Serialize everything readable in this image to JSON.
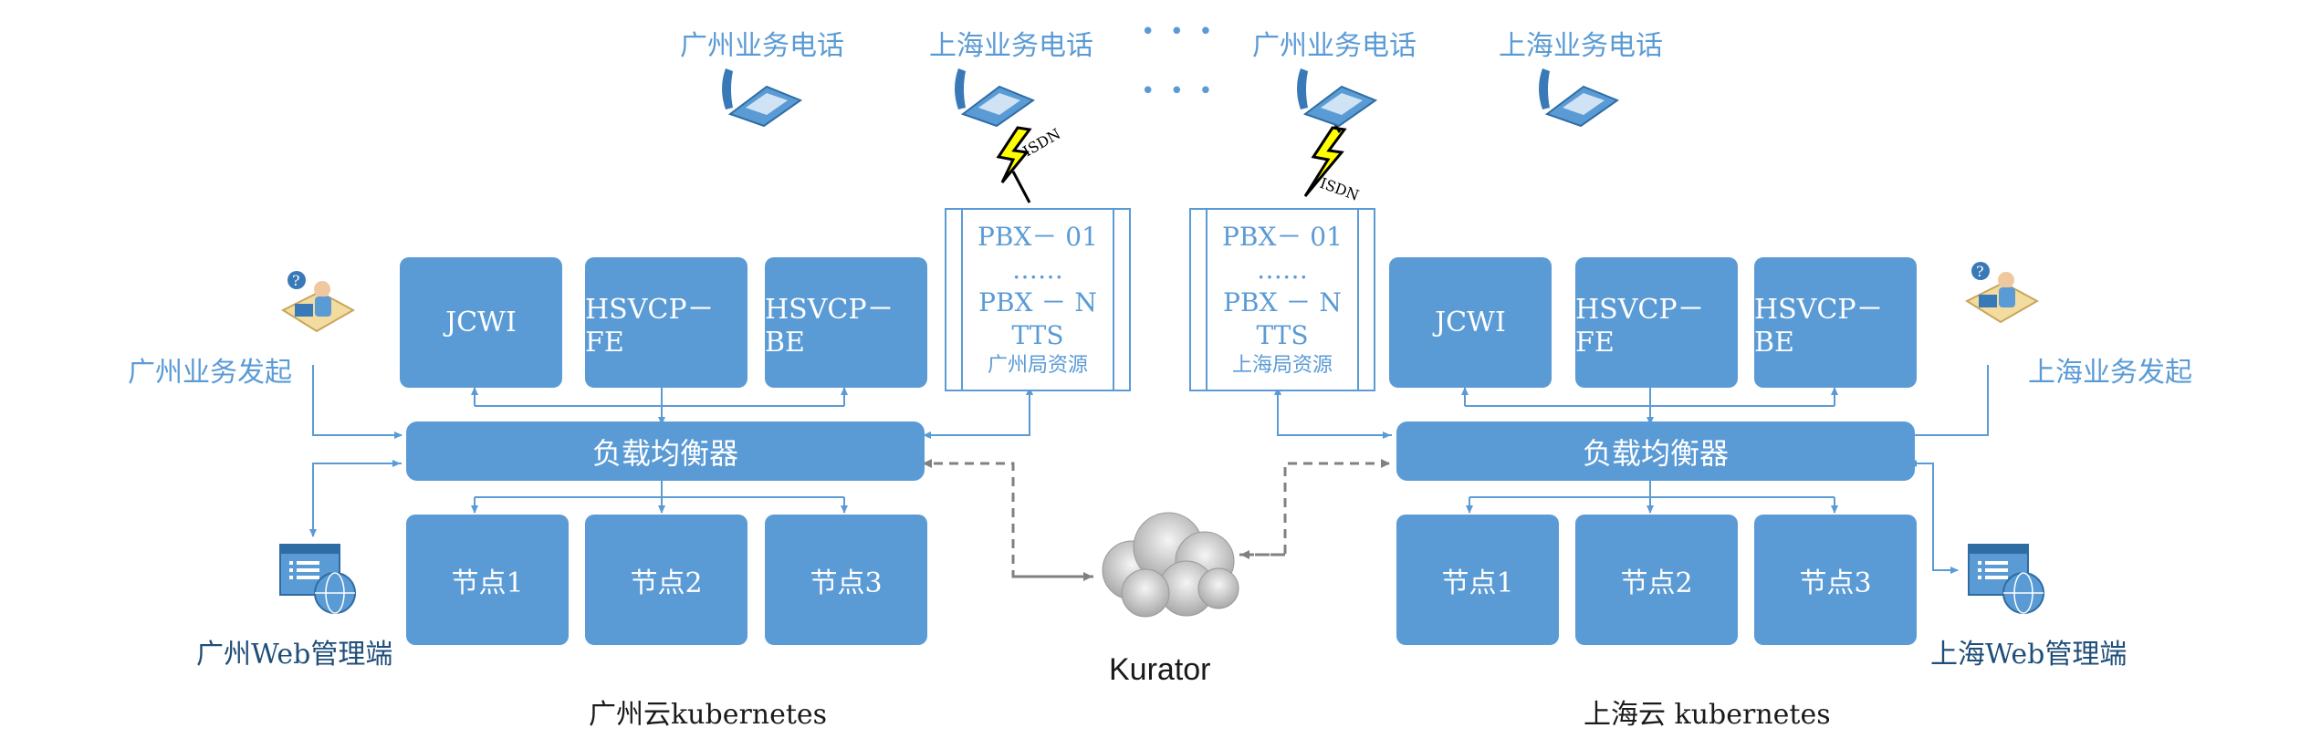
{
  "phones": [
    {
      "label": "广州业务电话",
      "icon": "phone-icon"
    },
    {
      "label": "上海业务电话",
      "icon": "phone-icon"
    },
    {
      "label": "广州业务电话",
      "icon": "phone-icon"
    },
    {
      "label": "上海业务电话",
      "icon": "phone-icon"
    }
  ],
  "isdn_label": "ISDN",
  "ellipsis": "• • •",
  "clusters": {
    "guangzhou": {
      "title": "广州云kubernetes",
      "services": [
        "JCWI",
        "HSVCP－FE",
        "HSVCP－BE"
      ],
      "load_balancer": "负载均衡器",
      "nodes": [
        "节点1",
        "节点2",
        "节点3"
      ],
      "pbx": {
        "line1": "PBX－ 01",
        "line2": "……",
        "line3": "PBX － N",
        "line4": "TTS",
        "line5": "广州局资源"
      },
      "initiator": "广州业务发起",
      "web_admin": "广州Web管理端"
    },
    "shanghai": {
      "title": "上海云 kubernetes",
      "services": [
        "JCWI",
        "HSVCP－FE",
        "HSVCP－BE"
      ],
      "load_balancer": "负载均衡器",
      "nodes": [
        "节点1",
        "节点2",
        "节点3"
      ],
      "pbx": {
        "line1": "PBX－ 01",
        "line2": "……",
        "line3": "PBX － N",
        "line4": "TTS",
        "line5": "上海局资源"
      },
      "initiator": "上海业务发起",
      "web_admin": "上海Web管理端"
    }
  },
  "kurator": {
    "label": "Kurator",
    "icon": "cloud-icon"
  },
  "colors": {
    "primary": "#5b9bd5",
    "dashed": "#808080",
    "lightning": "#ffff00"
  }
}
